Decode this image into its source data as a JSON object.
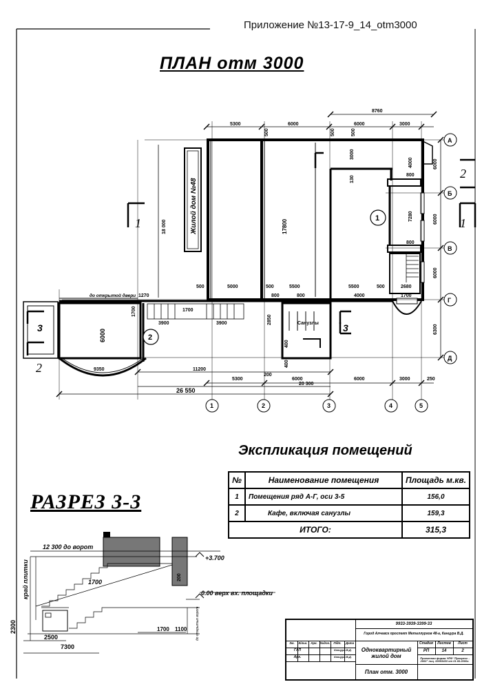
{
  "annex_label": "Приложение №13-17-9_14_otm3000",
  "plan": {
    "title": "ПЛАН отм 3000",
    "neighbor_building": "Жилой дом №48",
    "door_note": "до открытой двери",
    "sanuzly": "Санузлы",
    "top_dims": [
      "5300",
      "500",
      "6000",
      "500",
      "6000",
      "500",
      "3000"
    ],
    "top_total": "8760",
    "mid_dims": [
      "500",
      "5000",
      "500",
      "5500",
      "5500",
      "500",
      "2680"
    ],
    "row2_dims": [
      "1270",
      "800",
      "800",
      "4000",
      "1700"
    ],
    "stair_dims": [
      "1700",
      "3900",
      "3900"
    ],
    "inner_vertical": [
      "17800",
      "3000",
      "4000",
      "130",
      "800",
      "7280",
      "800"
    ],
    "left_vertical": "18 000",
    "right_vertical": [
      "6000",
      "6000",
      "6000",
      "6300"
    ],
    "block_dims": [
      "6000",
      "1700",
      "2850",
      "400",
      "400"
    ],
    "bottom_dims": [
      "9350",
      "11200",
      "200",
      "5300",
      "6000",
      "6000",
      "3000",
      "250",
      "20 300",
      "26 550"
    ],
    "axes_numbers": [
      "1",
      "2",
      "3",
      "4",
      "5"
    ],
    "axes_letters": [
      "А",
      "Б",
      "В",
      "Г",
      "Д"
    ],
    "room_markers": [
      "1",
      "2"
    ],
    "section_markers": {
      "s1": "1",
      "s2": "2",
      "s3": "3"
    }
  },
  "explication": {
    "title": "Экспликация помещений",
    "headers": [
      "№",
      "Наименование помещения",
      "Площадь м.кв."
    ],
    "rows": [
      {
        "num": "1",
        "name": "Помещения ряд А-Г, оси 3-5",
        "area": "156,0"
      },
      {
        "num": "2",
        "name": "Кафе, включая санузлы",
        "area": "159,3"
      }
    ],
    "total_label": "ИТОГО:",
    "total_value": "315,3"
  },
  "section": {
    "title": "РАЗРЕЗ 3-3",
    "to_gate": "12 300 до ворот",
    "level_top": "+3.700",
    "level_zero": "0.00 верх вх. площадки",
    "tile_edge": "край плитки",
    "d1700": "1700",
    "d200": "200",
    "d2300": "2300",
    "d2500": "2500",
    "d7300": "7300",
    "d1700b": "1700",
    "d1100": "1100",
    "side_note": "до открытых ворот"
  },
  "title_block": {
    "code": "9933-3939-3399-33",
    "address": "Город Алчевск проспект Металлургов 48-а, Канцура В.Д.",
    "object": "Одноквартирный жилой дом",
    "sheet_name": "План отм. 3000",
    "stage_hdr": "Стадия",
    "sheet_hdr": "Листов",
    "sheets_hdr": "Лист",
    "stage": "РП",
    "sheet": "14",
    "sheets": "2",
    "org": "Проектная фирма ЧПФ \"Прогресс - 2000\" лиц. 00053433 от 01.06.2000г.",
    "cols": [
      "Зм.",
      "Кільк.",
      "Арк.",
      "№док.",
      "Підп.",
      "Дата"
    ],
    "gap": "ГАП",
    "arch": "Арх.",
    "name1": "Канцура В.Д.",
    "name2": "Канцура В.Д."
  }
}
